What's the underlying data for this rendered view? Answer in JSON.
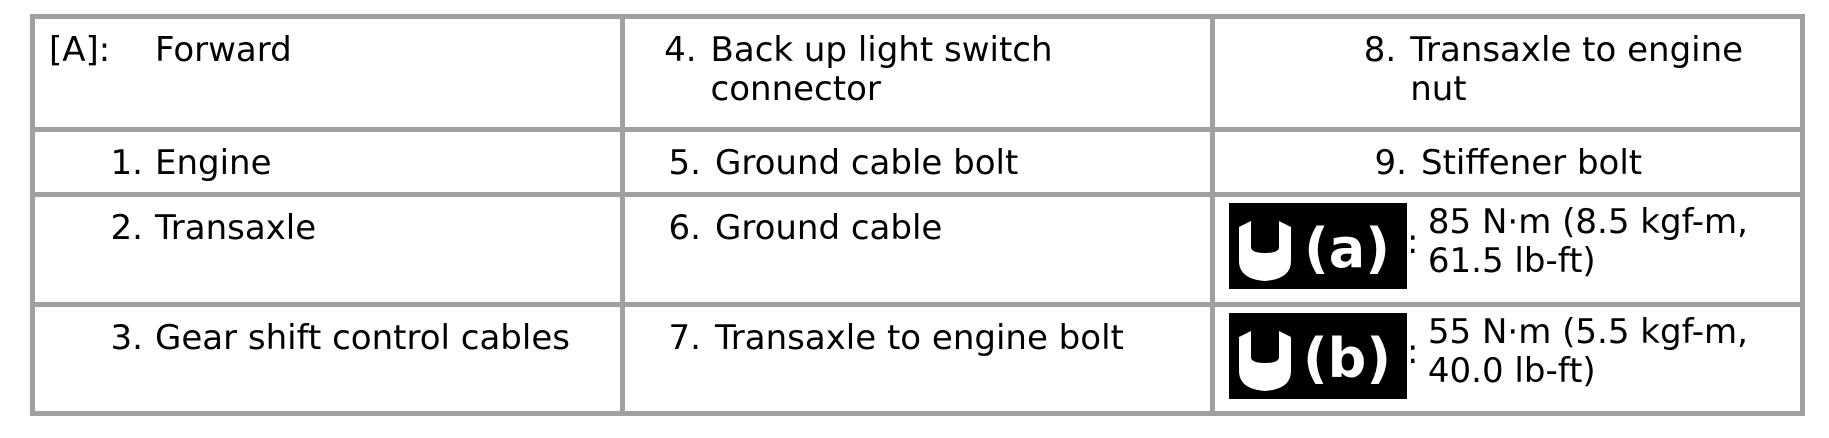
{
  "legend": {
    "forward_marker": "[A]:",
    "forward_label": "Forward",
    "items": [
      {
        "num": "1.",
        "label": "Engine"
      },
      {
        "num": "2.",
        "label": "Transaxle"
      },
      {
        "num": "3.",
        "label": "Gear shift control cables"
      },
      {
        "num": "4.",
        "label": "Back up light switch connector"
      },
      {
        "num": "5.",
        "label": "Ground cable bolt"
      },
      {
        "num": "6.",
        "label": "Ground cable"
      },
      {
        "num": "7.",
        "label": "Transaxle to engine bolt"
      },
      {
        "num": "8.",
        "label": "Transaxle to engine nut"
      },
      {
        "num": "9.",
        "label": "Stiffener bolt"
      }
    ],
    "torques": [
      {
        "icon_letter": "(a)",
        "colon": ":",
        "value": "85 N·m (8.5 kgf-m, 61.5 lb-ft)"
      },
      {
        "icon_letter": "(b)",
        "colon": ":",
        "value": "55 N·m (5.5 kgf-m, 40.0 lb-ft)"
      }
    ]
  },
  "colors": {
    "border": "#a0a0a0",
    "icon_bg": "#000000",
    "icon_fg": "#ffffff"
  },
  "icons": {
    "torque": "wrench-torque-icon"
  }
}
